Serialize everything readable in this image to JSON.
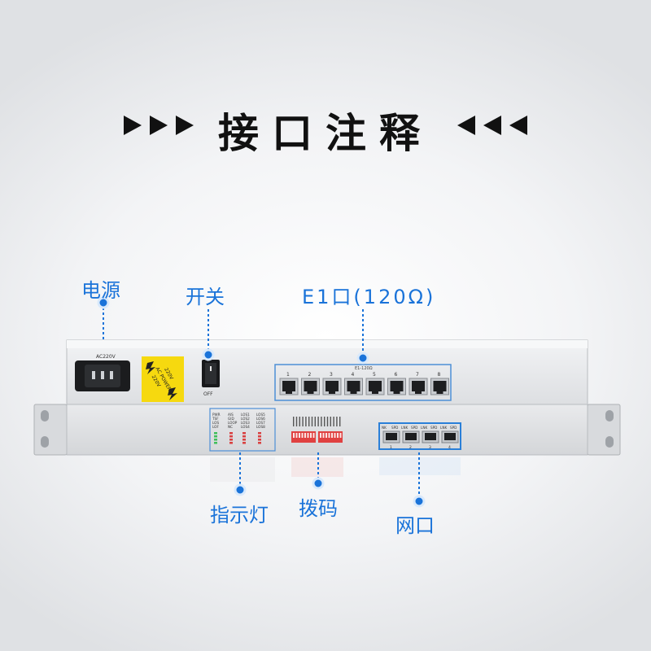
{
  "heading": {
    "title": "接口注释"
  },
  "callouts": {
    "power": "电源",
    "switch": "开关",
    "e1": "E1口(120Ω)",
    "indicator": "指示灯",
    "dip": "拨码",
    "network": "网口"
  },
  "panel": {
    "power_label": "AC220V",
    "warning_line1": "220V",
    "warning_line2": "AC POWER",
    "warning_line3": "220V",
    "switch_label": "OFF",
    "e1_label": "E1-120Ω",
    "e1_ports": [
      "1",
      "2",
      "3",
      "4",
      "5",
      "6",
      "7",
      "8"
    ],
    "led_col1": [
      "PWR",
      "TSF",
      "LOS",
      "LOF"
    ],
    "led_col2": [
      "AIS",
      "GID",
      "LOOP",
      "NC"
    ],
    "led_col3": [
      "LOS1",
      "LOS2",
      "LOS3",
      "LOS4"
    ],
    "led_col4": [
      "LOS5",
      "LOS6",
      "LOS7",
      "LOS8"
    ],
    "eth_header": [
      "NK",
      "SPD",
      "LNK",
      "SPD",
      "LNK",
      "SPD",
      "LNK",
      "SPD"
    ],
    "eth_ports": [
      "1",
      "2",
      "3",
      "4"
    ]
  },
  "colors": {
    "accent": "#1a73d9",
    "panel": "#e2e4e7",
    "warning_yellow": "#f6d90f",
    "dip_red": "#e04141",
    "led_green": "#3fbf5a",
    "led_red": "#d94040",
    "eth_frame": "#2a7fd8"
  }
}
